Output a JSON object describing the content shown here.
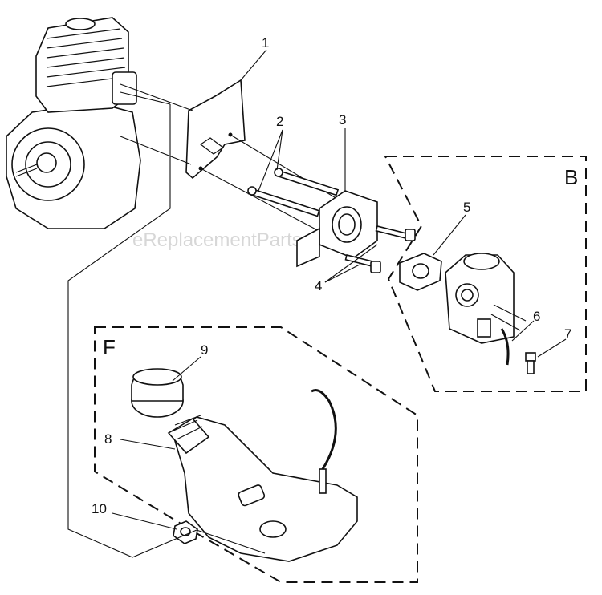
{
  "watermark": "eReplacementParts.com",
  "groups": [
    {
      "id": "B",
      "label": "B"
    },
    {
      "id": "F",
      "label": "F"
    }
  ],
  "callouts": [
    {
      "id": "1",
      "label": "1"
    },
    {
      "id": "2",
      "label": "2"
    },
    {
      "id": "3",
      "label": "3"
    },
    {
      "id": "4",
      "label": "4"
    },
    {
      "id": "5",
      "label": "5"
    },
    {
      "id": "6",
      "label": "6"
    },
    {
      "id": "7",
      "label": "7"
    },
    {
      "id": "8",
      "label": "8"
    },
    {
      "id": "9",
      "label": "9"
    },
    {
      "id": "10",
      "label": "10"
    }
  ]
}
